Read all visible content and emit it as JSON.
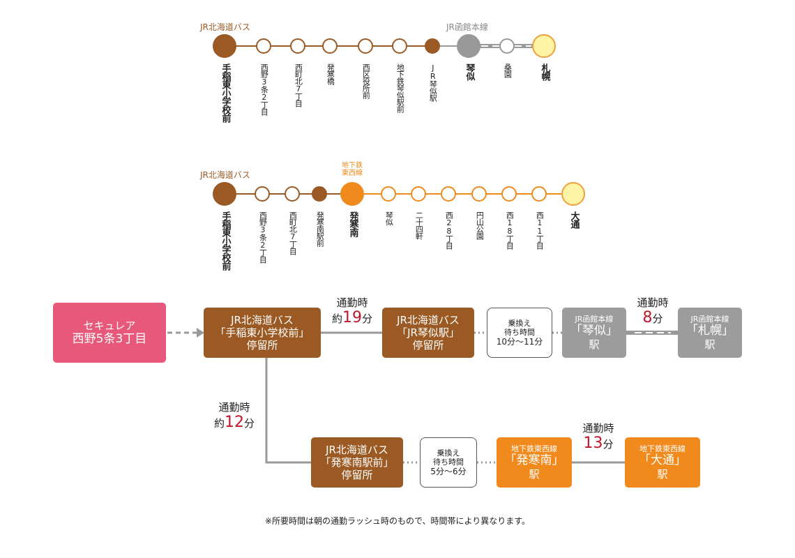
{
  "route1": {
    "bus_title": "JR北海道バス",
    "rail_title": "JR函館本線",
    "stops": [
      {
        "label": "手稲東小学校前",
        "style": "big-filled",
        "bold": true
      },
      {
        "label": "西野3条2丁目",
        "style": "ring"
      },
      {
        "label": "西町北7丁目",
        "style": "ring"
      },
      {
        "label": "発寒橋",
        "style": "ring"
      },
      {
        "label": "西区役所前",
        "style": "ring"
      },
      {
        "label": "地下鉄琴似駅前",
        "style": "ring"
      },
      {
        "label": "JR琴似駅",
        "style": "filled"
      },
      {
        "label": "琴似",
        "style": "gray",
        "bold": true
      },
      {
        "label": "桑園",
        "style": "grayring"
      },
      {
        "label": "札幌",
        "style": "yellow",
        "bold": true
      }
    ]
  },
  "route2": {
    "bus_title": "JR北海道バス",
    "subway_title_1": "地下鉄",
    "subway_title_2": "東西線",
    "stops": [
      {
        "label": "手稲東小学校前",
        "style": "big-filled",
        "bold": true
      },
      {
        "label": "西野3条2丁目",
        "style": "ring"
      },
      {
        "label": "西町北7丁目",
        "style": "ring"
      },
      {
        "label": "発寒南駅前",
        "style": "filled"
      },
      {
        "label": "発寒南",
        "style": "big-orange",
        "bold": true
      },
      {
        "label": "琴似",
        "style": "oring"
      },
      {
        "label": "二十四軒",
        "style": "oring"
      },
      {
        "label": "西28丁目",
        "style": "oring"
      },
      {
        "label": "円山公園",
        "style": "oring"
      },
      {
        "label": "西18丁目",
        "style": "oring"
      },
      {
        "label": "西11丁目",
        "style": "oring"
      },
      {
        "label": "大通",
        "style": "yellow",
        "bold": true
      }
    ]
  },
  "flow": {
    "start": {
      "line1": "セキュレア",
      "line2": "西野5条3丁目"
    },
    "bus_stop_1": {
      "line1": "JR北海道バス",
      "line2": "「手稲東小学校前」",
      "line3": "停留所"
    },
    "time_1": {
      "prefix_line": "通勤時",
      "prefix": "約",
      "number": "19",
      "unit": "分"
    },
    "bus_stop_2": {
      "line1": "JR北海道バス",
      "line2": "「JR琴似駅」",
      "line3": "停留所"
    },
    "transfer_1": {
      "line1": "乗換え",
      "line2": "待ち時間",
      "line3": "10分〜11分"
    },
    "station_1": {
      "line1": "JR函館本線",
      "line2": "「琴似」",
      "line3": "駅"
    },
    "time_2": {
      "prefix_line": "通勤時",
      "number": "8",
      "unit": "分"
    },
    "station_2": {
      "line1": "JR函館本線",
      "line2": "「札幌」",
      "line3": "駅"
    },
    "time_3": {
      "prefix_line": "通勤時",
      "prefix": "約",
      "number": "12",
      "unit": "分"
    },
    "bus_stop_3": {
      "line1": "JR北海道バス",
      "line2": "「発寒南駅前」",
      "line3": "停留所"
    },
    "transfer_2": {
      "line1": "乗換え",
      "line2": "待ち時間",
      "line3": "5分〜6分"
    },
    "station_3": {
      "line1": "地下鉄東西線",
      "line2": "「発寒南」",
      "line3": "駅"
    },
    "time_4": {
      "prefix_line": "通勤時",
      "number": "13",
      "unit": "分"
    },
    "station_4": {
      "line1": "地下鉄東西線",
      "line2": "「大通」",
      "line3": "駅"
    }
  },
  "note": "※所要時間は朝の通勤ラッシュ時のもので、時間帯により異なります。",
  "colors": {
    "bus": "#9b5a24",
    "subway": "#f08a1c",
    "jr": "#9c9c9c",
    "start": "#e8587a",
    "time": "#c0182b"
  }
}
